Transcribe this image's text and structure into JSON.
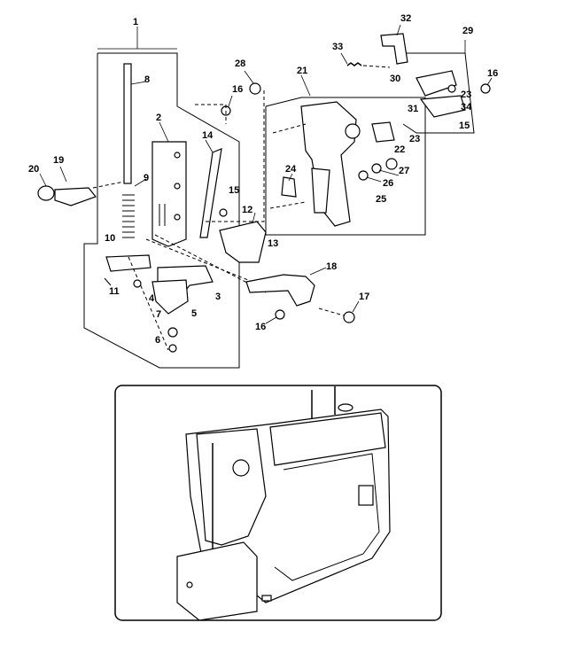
{
  "callouts": {
    "c1": "1",
    "c2": "2",
    "c3": "3",
    "c4": "4",
    "c5": "5",
    "c6": "6",
    "c7": "7",
    "c8": "8",
    "c9": "9",
    "c10": "10",
    "c11": "11",
    "c12": "12",
    "c13": "13",
    "c14": "14",
    "c15a": "15",
    "c15b": "15",
    "c16a": "16",
    "c16b": "16",
    "c16c": "16",
    "c17": "17",
    "c18": "18",
    "c19": "19",
    "c20": "20",
    "c21": "21",
    "c22": "22",
    "c23a": "23",
    "c23b": "23",
    "c24": "24",
    "c25": "25",
    "c26": "26",
    "c27": "27",
    "c28": "28",
    "c29": "29",
    "c30": "30",
    "c31": "31",
    "c32": "32",
    "c33": "33",
    "c34": "34"
  }
}
